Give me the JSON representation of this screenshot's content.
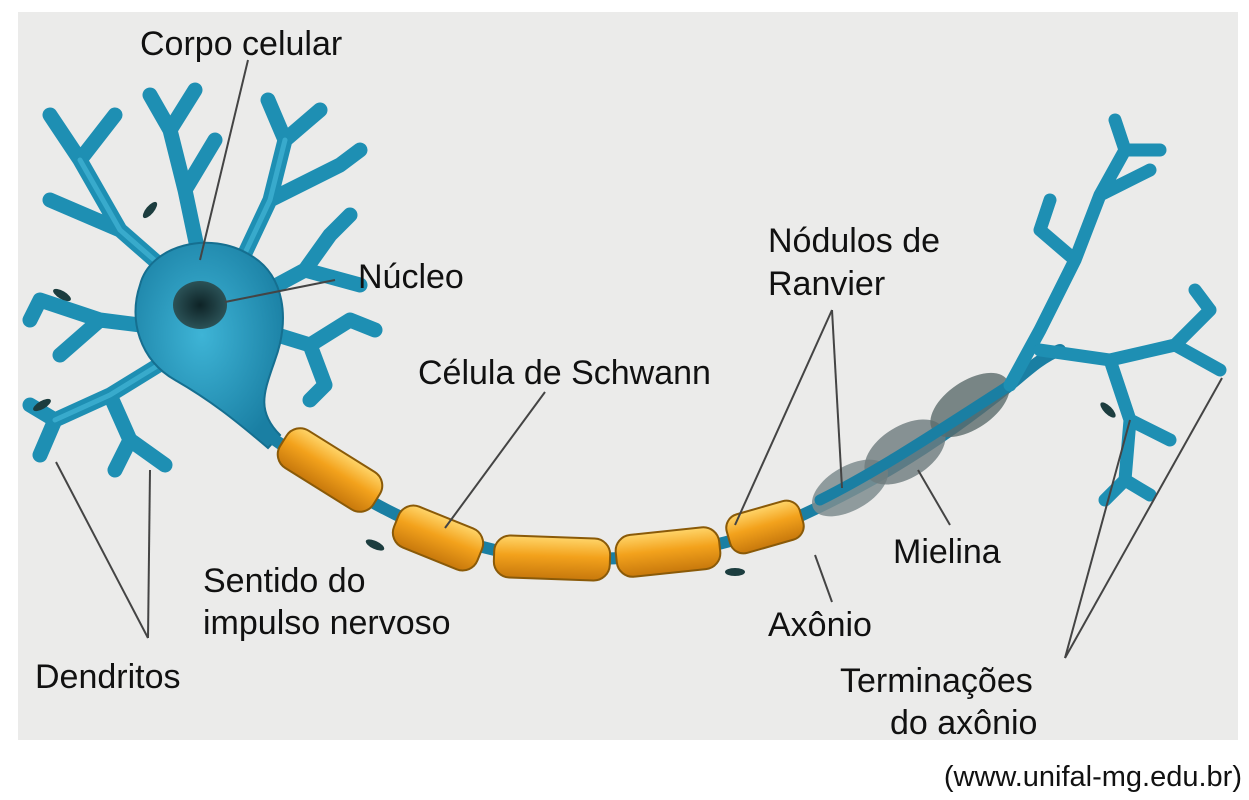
{
  "labels": {
    "corpo_celular": "Corpo celular",
    "nucleo": "Núcleo",
    "nodulos_line1": "Nódulos de",
    "nodulos_line2": "Ranvier",
    "celula_schwann": "Célula de Schwann",
    "sentido_line1": "Sentido do",
    "sentido_line2": "impulso nervoso",
    "mielina": "Mielina",
    "axonio": "Axônio",
    "dendritos": "Dendritos",
    "terminacoes_line1": "Terminações",
    "terminacoes_line2": "do axônio"
  },
  "source": "(www.unifal-mg.edu.br)",
  "colors": {
    "background": "#ebebea",
    "neuron_blue": "#1e8fb3",
    "schwann_orange": "#f3a21c",
    "myelin_gray": "#7f8d8f",
    "nucleus": "#17353a"
  }
}
